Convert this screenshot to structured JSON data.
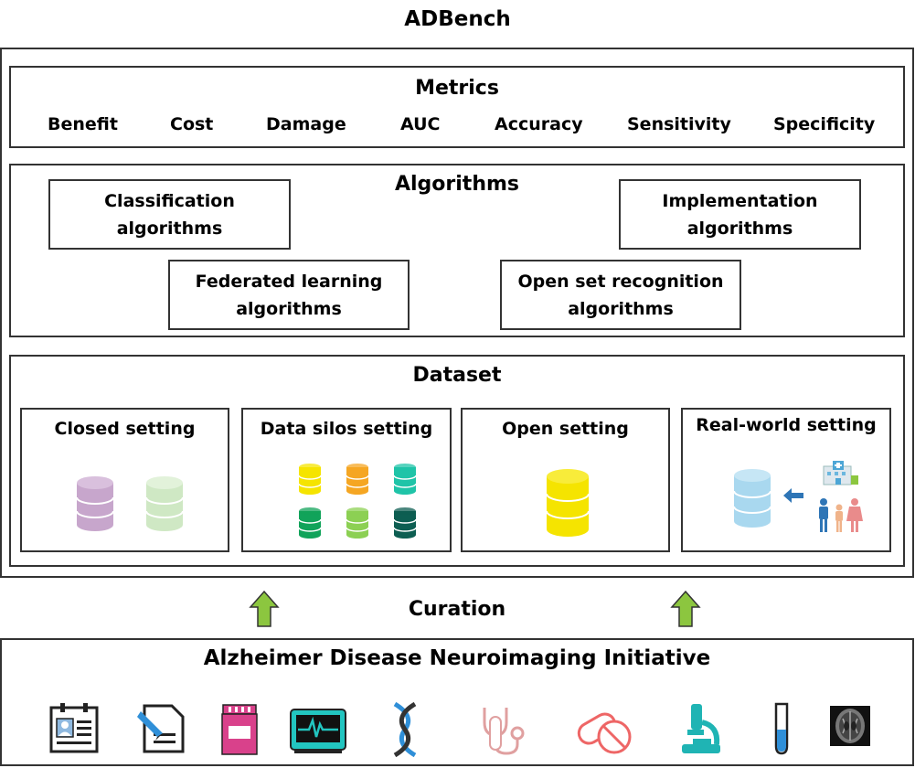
{
  "title": "ADBench",
  "metrics": {
    "title": "Metrics",
    "items": [
      "Benefit",
      "Cost",
      "Damage",
      "AUC",
      "Accuracy",
      "Sensitivity",
      "Specificity"
    ]
  },
  "algorithms": {
    "title": "Algorithms",
    "items": [
      {
        "line1": "Classification",
        "line2": "algorithms"
      },
      {
        "line1": "Implementation",
        "line2": "algorithms"
      },
      {
        "line1": "Federated learning",
        "line2": "algorithms"
      },
      {
        "line1": "Open set recognition",
        "line2": "algorithms"
      }
    ]
  },
  "dataset": {
    "title": "Dataset",
    "settings": [
      "Closed setting",
      "Data silos setting",
      "Open setting",
      "Real-world setting"
    ]
  },
  "curation": "Curation",
  "source": {
    "title": "Alzheimer Disease Neuroimaging Initiative",
    "icons": [
      "id-card-icon",
      "document-edit-icon",
      "medicine-jar-icon",
      "ecg-monitor-icon",
      "dna-icon",
      "stethoscope-icon",
      "pills-icon",
      "microscope-icon",
      "test-tube-icon",
      "brain-scan-icon"
    ]
  },
  "colors": {
    "border": "#333333",
    "arrow": "#8cc63f",
    "db_yellow": "#f5e400",
    "db_blue": "#a9d8ef",
    "db_purple": "#c7a6cc",
    "db_lightgreen": "#cfe8c4"
  }
}
